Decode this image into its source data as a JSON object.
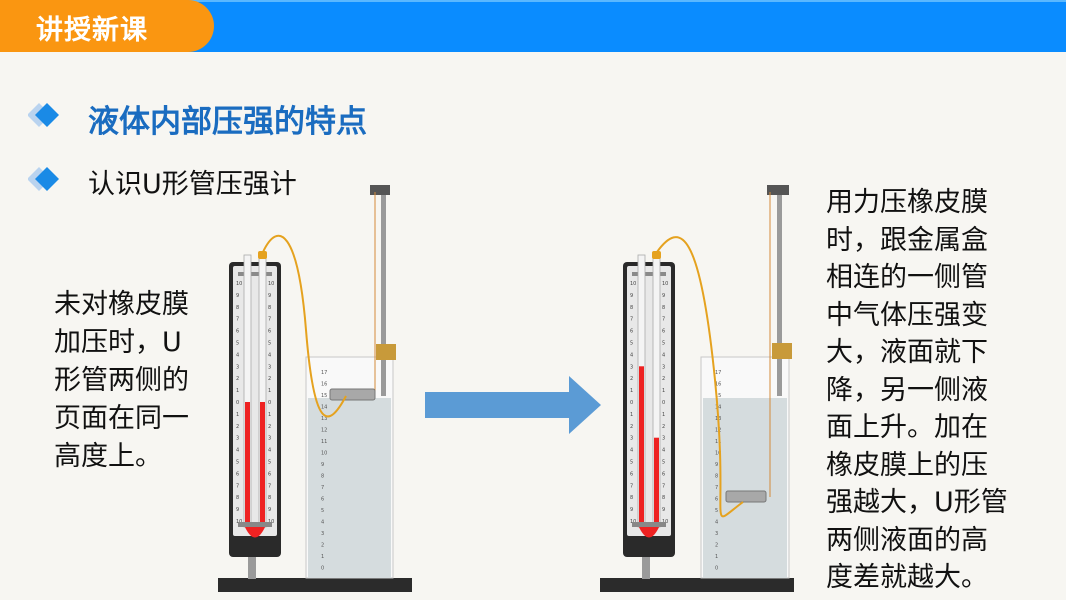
{
  "header": {
    "tab_title": "讲授新课",
    "colors": {
      "tab": "#fa9611",
      "bar": "#0a8cff"
    }
  },
  "section": {
    "heading": "液体内部压强的特点",
    "subheading": "认识U形管压强计",
    "bullet_icon": "diamond-bullet-icon",
    "heading_color": "#1a6cc0"
  },
  "left_panel": {
    "caption": "未对橡皮膜\n加压时，U\n形管两侧的\n页面在同一\n高度上。",
    "manometer": {
      "scale_labels": [
        "10",
        "9",
        "8",
        "7",
        "6",
        "5",
        "4",
        "3",
        "2",
        "1",
        "0",
        "1",
        "2",
        "3",
        "4",
        "5",
        "6",
        "7",
        "8",
        "9",
        "10"
      ],
      "left_level": 0,
      "right_level": 0
    },
    "beaker": {
      "scale_labels": [
        "17",
        "16",
        "15",
        "14",
        "13",
        "12",
        "11",
        "10",
        "9",
        "8",
        "7",
        "6",
        "5",
        "4",
        "3",
        "2",
        "1",
        "0"
      ],
      "probe_depth_mark": 15
    }
  },
  "right_panel": {
    "caption": "用力压橡皮膜\n时，跟金属盒\n相连的一侧管\n中气体压强变\n大，液面就下\n降，另一侧液\n面上升。加在\n橡皮膜上的压\n强越大，U形管\n两侧液面的高\n度差就越大。",
    "manometer": {
      "scale_labels": [
        "10",
        "9",
        "8",
        "7",
        "6",
        "5",
        "4",
        "3",
        "2",
        "1",
        "0",
        "1",
        "2",
        "3",
        "4",
        "5",
        "6",
        "7",
        "8",
        "9",
        "10"
      ],
      "left_level": 3,
      "right_level": -3
    },
    "beaker": {
      "scale_labels": [
        "17",
        "16",
        "15",
        "14",
        "13",
        "12",
        "11",
        "10",
        "9",
        "8",
        "7",
        "6",
        "5",
        "4",
        "3",
        "2",
        "1",
        "0"
      ],
      "probe_depth_mark": 6.5
    }
  },
  "arrow": {
    "icon": "right-arrow-icon",
    "color": "#5b9bd5"
  }
}
